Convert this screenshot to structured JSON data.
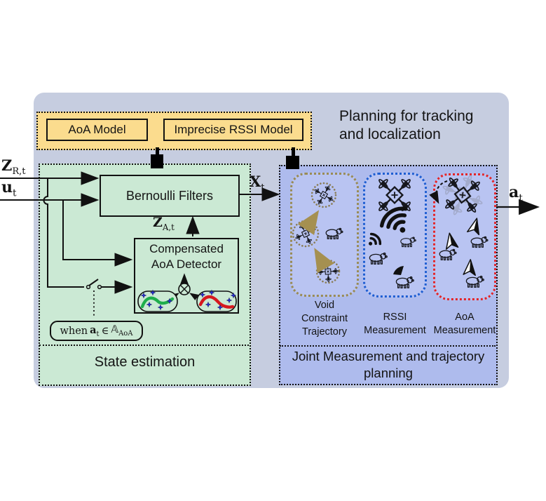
{
  "title": {
    "line1": "Planning for tracking",
    "line2": "and localization"
  },
  "models": {
    "aoa_model": "AoA Model",
    "rssi_model": "Imprecise RSSI Model"
  },
  "state": {
    "bernoulli": "Bernoulli Filters",
    "detector_line1": "Compensated",
    "detector_line2": "AoA Detector",
    "caption": "State estimation",
    "when": {
      "prefix": "when",
      "vec": "a",
      "vec_sub": "t",
      "rel": "∈",
      "set": "𝔸",
      "set_sub": "AoA"
    }
  },
  "planning": {
    "caption_line1": "Joint Measurement and trajectory",
    "caption_line2": "planning",
    "pills": [
      {
        "name": "void-constraint-trajectory",
        "lines": [
          "Void",
          "Constraint",
          "Trajectory"
        ],
        "border_color": "#998b55"
      },
      {
        "name": "rssi-measurement",
        "lines": [
          "RSSI",
          "Measurement"
        ],
        "border_color": "#1e5ed2"
      },
      {
        "name": "aoa-measurement",
        "lines": [
          "AoA",
          "Measurement"
        ],
        "border_color": "#e42528"
      }
    ]
  },
  "io_labels": {
    "z_r": {
      "base": "Z",
      "sub": "R,t"
    },
    "u": {
      "base": "u",
      "sub": "t"
    },
    "x": {
      "base": "X",
      "sub": "t"
    },
    "z_a": {
      "base": "Z",
      "sub": "A,t"
    },
    "a": {
      "base": "a",
      "sub": "t"
    }
  },
  "icons": {
    "drone": "quadcopter-top-view-outline",
    "animal": "wild-boar-outline",
    "wifi": "signal-arcs",
    "nav_arrow": "direction-cursor",
    "rotation_arrow": "dashed-arc-arrow",
    "switch": "open-circuit-switch",
    "mixer": "circle-with-cross",
    "connector": "filled-black-square",
    "star": "four-point-star"
  },
  "colors": {
    "container_bg": "#c6cde0",
    "model_panel_bg": "#fbdc8e",
    "state_panel_bg": "#cbe9d4",
    "planning_panel_bg": "#aebbed",
    "pill_bg": "#b9c4f2",
    "void_border": "#998b55",
    "rssi_border": "#1e5ed2",
    "aoa_border": "#e42528",
    "green_curve": "#1fae4d",
    "red_curve": "#d6191f",
    "star_fill": "#2a2fd6",
    "tan_arrow": "#a59051",
    "line": "#111111"
  }
}
